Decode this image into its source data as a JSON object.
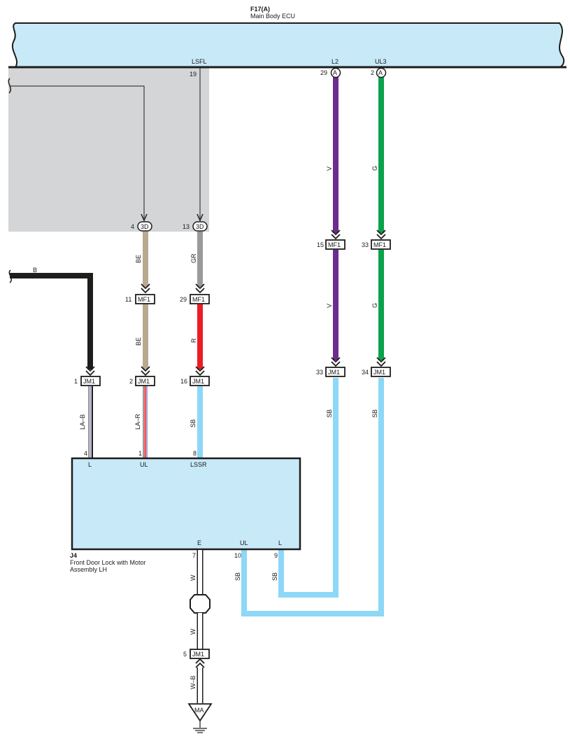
{
  "ecu": {
    "code": "F17(A)",
    "name": "Main Body ECU",
    "pins": [
      {
        "id": "LSFL",
        "pin": "19"
      },
      {
        "id": "L2",
        "pin": "29",
        "tag": "A"
      },
      {
        "id": "UL3",
        "pin": "2",
        "tag": "A"
      }
    ]
  },
  "connectors": {
    "c3d_left": {
      "pin": "4",
      "name": "3D"
    },
    "c3d_right": {
      "pin": "13",
      "name": "3D"
    },
    "mf1_be": {
      "pin": "11",
      "name": "MF1"
    },
    "mf1_gr": {
      "pin": "29",
      "name": "MF1"
    },
    "mf1_v": {
      "pin": "15",
      "name": "MF1"
    },
    "mf1_g": {
      "pin": "33",
      "name": "MF1"
    },
    "jm1_b": {
      "pin": "1",
      "name": "JM1"
    },
    "jm1_be": {
      "pin": "2",
      "name": "JM1"
    },
    "jm1_r": {
      "pin": "16",
      "name": "JM1"
    },
    "jm1_v": {
      "pin": "33",
      "name": "JM1"
    },
    "jm1_g": {
      "pin": "34",
      "name": "JM1"
    },
    "jm1_w": {
      "pin": "5",
      "name": "JM1"
    }
  },
  "wires": {
    "b": "B",
    "be_upper": "BE",
    "be_lower": "BE",
    "gr": "GR",
    "r": "R",
    "v_upper": "V",
    "v_lower": "V",
    "g_upper": "G",
    "g_lower": "G",
    "la_b": "LA–B",
    "la_r": "LA–R",
    "sb_mid": "SB",
    "sb_v": "SB",
    "sb_g": "SB",
    "sb_ul": "SB",
    "sb_l": "SB",
    "w_upper": "W",
    "w_lower": "W",
    "w_b": "W–B"
  },
  "lock": {
    "code": "J4",
    "name_line1": "Front Door Lock with Motor",
    "name_line2": "Assembly LH",
    "top_pins": [
      {
        "label": "L",
        "pin": "4"
      },
      {
        "label": "UL",
        "pin": "1"
      },
      {
        "label": "LSSR",
        "pin": "8"
      }
    ],
    "bottom_pins": [
      {
        "label": "E",
        "pin": "7"
      },
      {
        "label": "UL",
        "pin": "10"
      },
      {
        "label": "L",
        "pin": "9"
      }
    ]
  },
  "ground": {
    "name": "MA"
  },
  "colors": {
    "ecu_fill": "#c8e9f8",
    "shade": "#d4d5d7",
    "black": "#1d1d1b",
    "beige": "#b9a98f",
    "gray": "#9a9a9a",
    "red": "#ec1c24",
    "violet": "#6d2c8e",
    "green": "#0aa24a",
    "sky_blue": "#8dd7f7",
    "white_wire": "#ffffff"
  }
}
